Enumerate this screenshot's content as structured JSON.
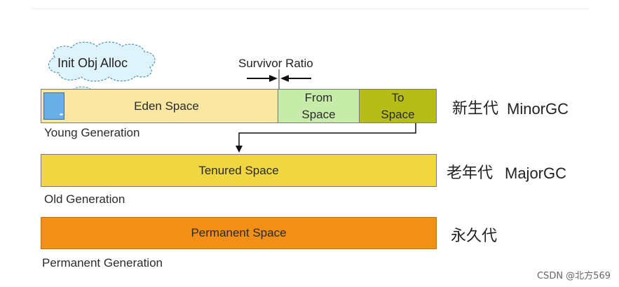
{
  "diagram": {
    "survivor_ratio": "Survivor Ratio",
    "init_alloc": "Init Obj Alloc",
    "eden": "Eden Space",
    "from_line1": "From",
    "from_line2": "Space",
    "to_line1": "To",
    "to_line2": "Space",
    "tenured": "Tenured Space",
    "permanent": "Permanent Space",
    "young_gen": "Young Generation",
    "old_gen": "Old Generation",
    "perm_gen": "Permanent Generation",
    "young_cn": "新生代",
    "old_cn": "老年代",
    "perm_cn": "永久代",
    "minor_gc": "MinorGC",
    "major_gc": "MajorGC"
  },
  "watermark": "CSDN @北方569",
  "colors": {
    "eden": "#f9e7a2",
    "from": "#c7ecaa",
    "to": "#b6bc18",
    "tenured": "#f0d641",
    "permanent": "#f18f16",
    "cloud": "#dff3fb"
  }
}
